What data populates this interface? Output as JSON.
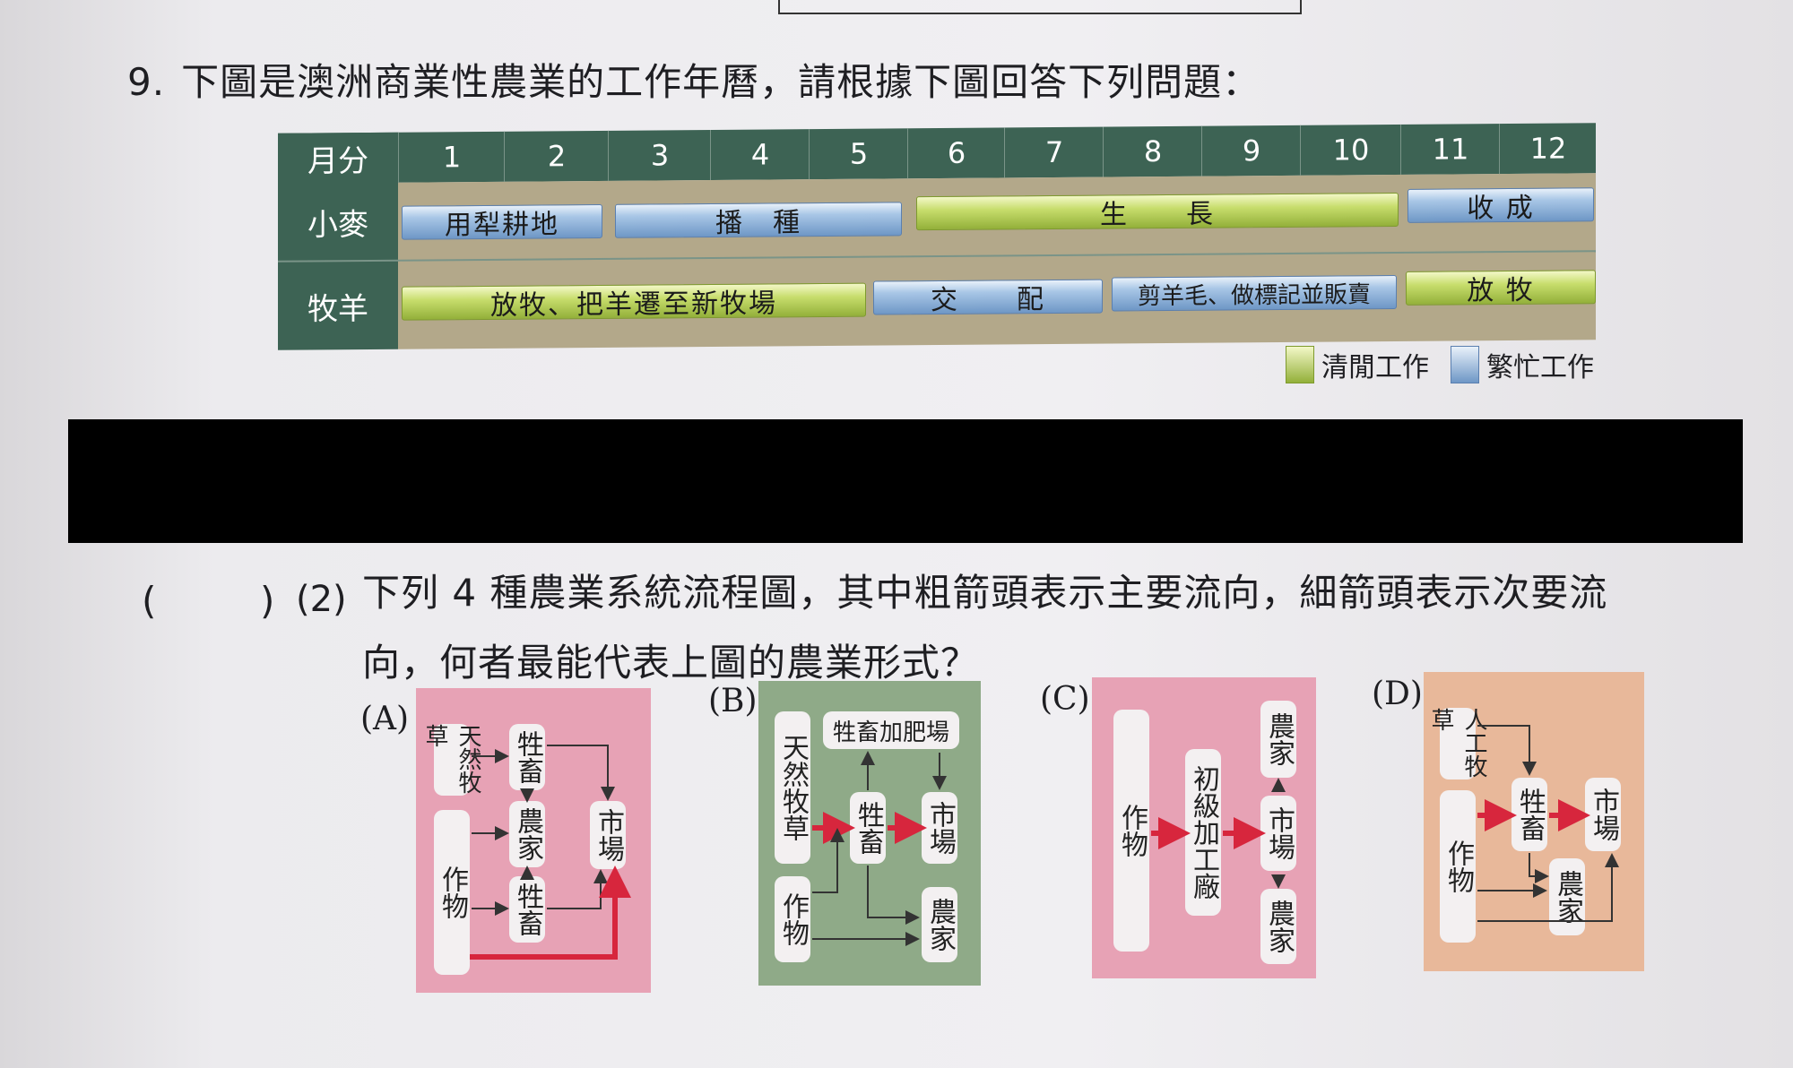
{
  "question": {
    "number": "9.",
    "text": "下圖是澳洲商業性農業的工作年曆，請根據下圖回答下列問題："
  },
  "calendar": {
    "header_label": "月分",
    "months": [
      "1",
      "2",
      "3",
      "4",
      "5",
      "6",
      "7",
      "8",
      "9",
      "10",
      "11",
      "12"
    ],
    "rows": [
      {
        "label": "小麥",
        "tasks": [
          {
            "text": "用犁耕地",
            "type": "busy"
          },
          {
            "text": "播　種",
            "type": "busy"
          },
          {
            "text": "生　　長",
            "type": "idle"
          },
          {
            "text": "收 成",
            "type": "busy"
          }
        ]
      },
      {
        "label": "牧羊",
        "tasks": [
          {
            "text": "放牧、把羊遷至新牧場",
            "type": "idle"
          },
          {
            "text": "交　　配",
            "type": "busy"
          },
          {
            "text": "剪羊毛、做標記並販賣",
            "type": "busy"
          },
          {
            "text": "放 牧",
            "type": "idle"
          }
        ]
      }
    ],
    "legend": {
      "idle": "清閒工作",
      "busy": "繁忙工作"
    },
    "colors": {
      "header": "#3d6354",
      "busy": "#6e97c6",
      "idle": "#93b03a"
    }
  },
  "sub_question": {
    "blank_open": "(",
    "blank_close": ")",
    "number": "(2)",
    "line1": "下列 4 種農業系統流程圖，其中粗箭頭表示主要流向，細箭頭表示次要流",
    "line2": "向，何者最能代表上圖的農業形式？"
  },
  "options": {
    "A": {
      "label": "(A)",
      "color": "#e7a2b5",
      "nodes": {
        "pasture": "天然牧草",
        "crop": "作物",
        "livestock_top": "牲畜",
        "farmer": "農家",
        "livestock_bottom": "牲畜",
        "market": "市場"
      }
    },
    "B": {
      "label": "(B)",
      "color": "#8faa88",
      "nodes": {
        "pasture": "天然牧草",
        "crop": "作物",
        "feedlot": "牲畜加肥場",
        "livestock": "牲畜",
        "market": "市場",
        "farmer": "農家"
      }
    },
    "C": {
      "label": "(C)",
      "color": "#e7a2b5",
      "nodes": {
        "crop": "作物",
        "factory": "初級加工廠",
        "farmer_top": "農家",
        "market": "市場",
        "farmer_bottom": "農家"
      }
    },
    "D": {
      "label": "(D)",
      "color": "#e8b89a",
      "nodes": {
        "pasture": "人工牧草",
        "crop": "作物",
        "livestock": "牲畜",
        "market": "市場",
        "farmer": "農家"
      }
    }
  }
}
